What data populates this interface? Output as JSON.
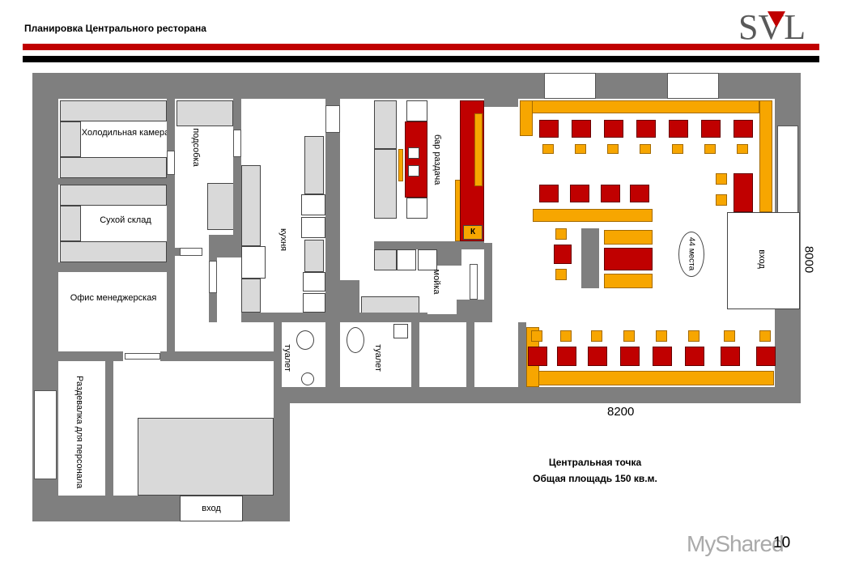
{
  "header": {
    "title": "Планировка Центрального ресторана",
    "logo_text": "SVL"
  },
  "rooms": {
    "cold_room": "Холодильная камера",
    "dry_store": "Сухой склад",
    "office": "Офис менеджерская",
    "locker": "Раздевалка для персонала",
    "prep": "подсобка",
    "kitchen": "кухня",
    "bar": "бар раздача",
    "wash": "мойка",
    "toilet1": "туалет",
    "toilet2": "туалет",
    "entrance_main": "вход",
    "entrance_staff": "вход",
    "cashier": "К",
    "seats": "44 места"
  },
  "dimensions": {
    "width": "8200",
    "height": "8000"
  },
  "caption": {
    "line1": "Центральная точка",
    "line2": "Общая площадь  150 кв.м."
  },
  "page_number": "10",
  "watermark": "MyShared",
  "colors": {
    "wall": "#7f7f7f",
    "table": "#c00000",
    "chair": "#f7a600",
    "fixture": "#d9d9d9"
  }
}
